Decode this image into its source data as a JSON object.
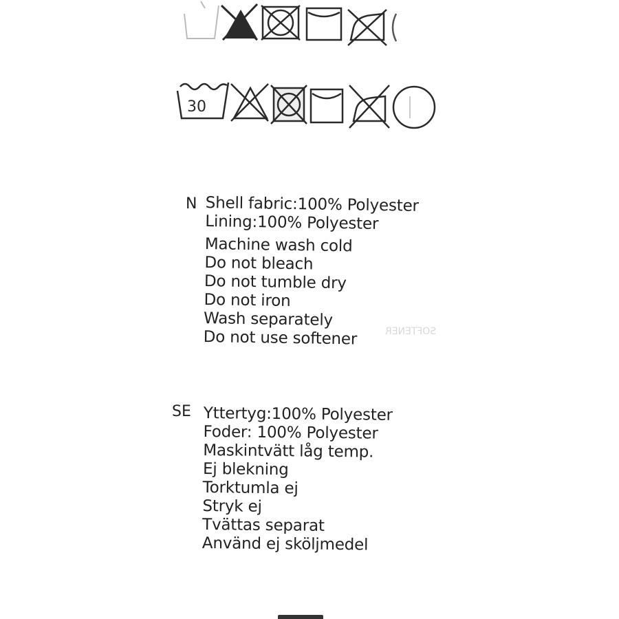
{
  "care_symbols": {
    "row1": [
      "hand-wash-icon",
      "do-not-bleach-icon",
      "do-not-tumble-dry-icon",
      "line-dry-icon",
      "do-not-iron-icon",
      "dry-clean-icon"
    ],
    "row2": [
      "wash-30-icon",
      "do-not-bleach-icon",
      "do-not-tumble-dry-icon",
      "line-dry-icon",
      "do-not-iron-icon",
      "dry-clean-p-icon"
    ],
    "wash_temperature": "30"
  },
  "english": {
    "code": "N",
    "lines": [
      "Shell fabric:100% Polyester",
      "Lining:100% Polyester",
      "Machine wash cold",
      "Do not bleach",
      "Do not tumble dry",
      "Do not iron",
      "Wash separately",
      "Do not use softener"
    ]
  },
  "swedish": {
    "code": "SE",
    "lines": [
      "Yttertyg:100% Polyester",
      "Foder: 100% Polyester",
      "Maskintvätt låg temp.",
      "Ej blekning",
      "Torktumla ej",
      "Stryk ej",
      "Tvättas separat",
      "Använd ej sköljmedel"
    ]
  }
}
